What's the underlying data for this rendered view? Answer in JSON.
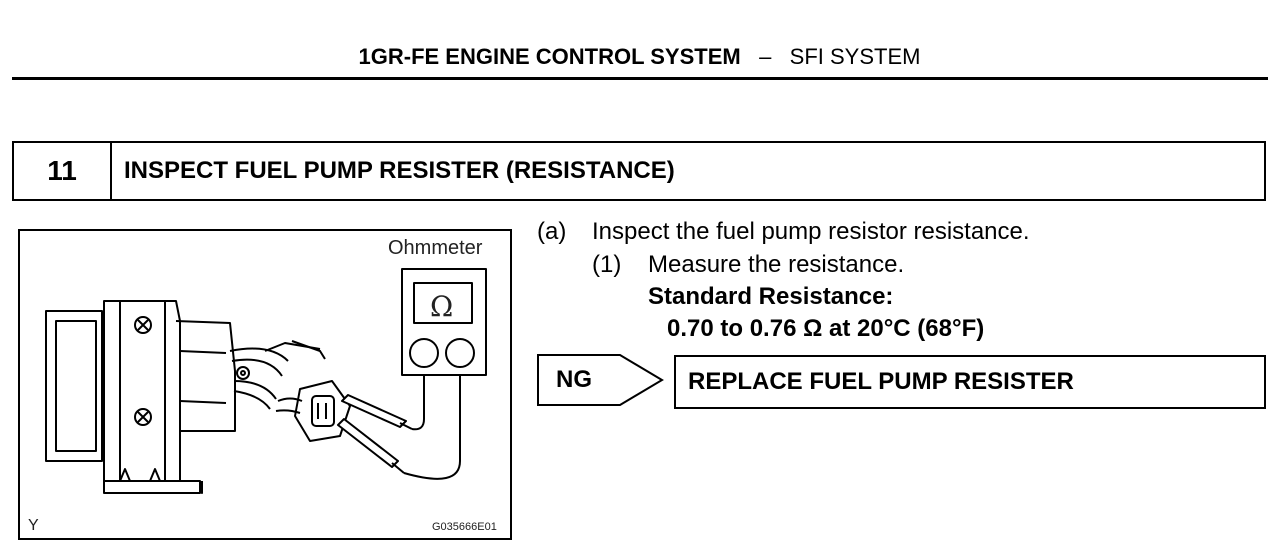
{
  "header": {
    "title_bold": "1GR-FE ENGINE CONTROL SYSTEM",
    "separator": "–",
    "title_regular": "SFI SYSTEM"
  },
  "step": {
    "number": "11",
    "title": "INSPECT FUEL PUMP RESISTER (RESISTANCE)"
  },
  "figure": {
    "meter_label": "Ohmmeter",
    "meter_symbol": "Ω",
    "corner_mark": "Y",
    "code": "G035666E01"
  },
  "instructions": {
    "a_marker": "(a)",
    "a_text": "Inspect the fuel pump resistor resistance.",
    "one_marker": "(1)",
    "one_text": "Measure the resistance.",
    "standard_label": "Standard Resistance:",
    "standard_value": "0.70 to 0.76 Ω at 20°C (68°F)"
  },
  "result": {
    "ng_label": "NG",
    "action": "REPLACE FUEL PUMP RESISTER"
  }
}
